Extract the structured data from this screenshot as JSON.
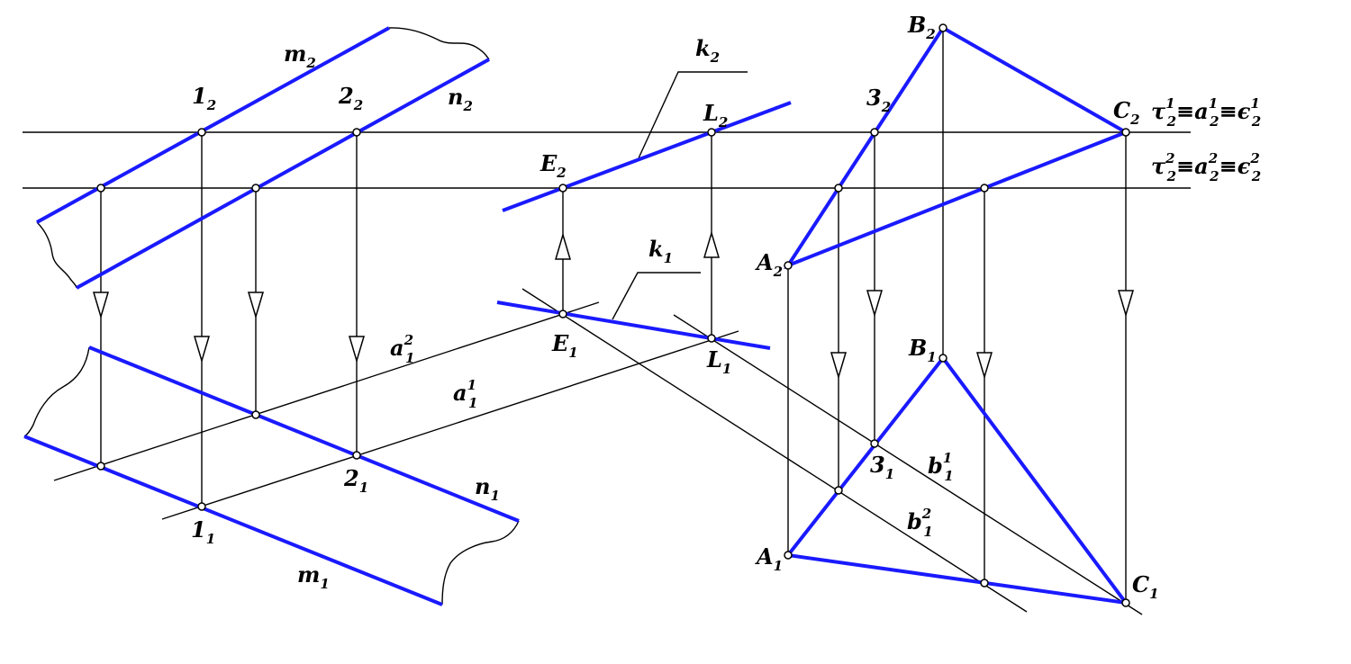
{
  "colors": {
    "construction_line": "#000000",
    "object_line": "#1a1aff",
    "background": "#ffffff"
  },
  "labels": {
    "m2": {
      "base": "m",
      "sub": "2"
    },
    "n2": {
      "base": "n",
      "sub": "2"
    },
    "m1": {
      "base": "m",
      "sub": "1"
    },
    "n1": {
      "base": "n",
      "sub": "1"
    },
    "p1_2": {
      "base": "1",
      "sub": "2"
    },
    "p2_2": {
      "base": "2",
      "sub": "2"
    },
    "p1_1": {
      "base": "1",
      "sub": "1"
    },
    "p2_1": {
      "base": "2",
      "sub": "1"
    },
    "k2": {
      "base": "k",
      "sub": "2"
    },
    "k1": {
      "base": "k",
      "sub": "1"
    },
    "E2": {
      "base": "E",
      "sub": "2"
    },
    "E1": {
      "base": "E",
      "sub": "1"
    },
    "L2": {
      "base": "L",
      "sub": "2"
    },
    "L1": {
      "base": "L",
      "sub": "1"
    },
    "a1_2": {
      "base": "a",
      "sub": "1",
      "sup": "2"
    },
    "a1_1": {
      "base": "a",
      "sub": "1",
      "sup": "1"
    },
    "B2": {
      "base": "B",
      "sub": "2"
    },
    "C2": {
      "base": "C",
      "sub": "2"
    },
    "A2": {
      "base": "A",
      "sub": "2"
    },
    "p3_2": {
      "base": "3",
      "sub": "2"
    },
    "B1": {
      "base": "B",
      "sub": "1"
    },
    "C1": {
      "base": "C",
      "sub": "1"
    },
    "A1": {
      "base": "A",
      "sub": "1"
    },
    "p3_1": {
      "base": "3",
      "sub": "1"
    },
    "b1_1": {
      "base": "b",
      "sub": "1",
      "sup": "1"
    },
    "b1_2": {
      "base": "b",
      "sub": "1",
      "sup": "2"
    }
  },
  "plane_traces": {
    "tau1": [
      {
        "base": "τ",
        "sub": "2",
        "sup": "1"
      },
      {
        "base": "≡a",
        "sub": "2",
        "sup": "1"
      },
      {
        "base": "≡ϵ",
        "sub": "2",
        "sup": "1"
      }
    ],
    "tau2": [
      {
        "base": "τ",
        "sub": "2",
        "sup": "2"
      },
      {
        "base": "≡a",
        "sub": "2",
        "sup": "2"
      },
      {
        "base": "≡ϵ",
        "sub": "2",
        "sup": "2"
      }
    ]
  }
}
